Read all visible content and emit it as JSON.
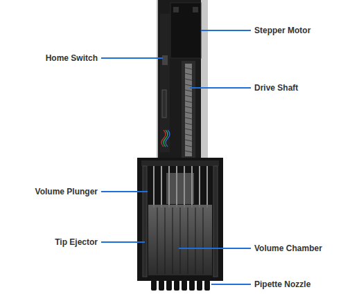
{
  "diagram": {
    "labels": [
      "Stepper Motor",
      "Home Switch",
      "Drive Shaft",
      "Volume Plunger",
      "Tip Ejector",
      "Volume Chamber",
      "Pipette Nozzle"
    ]
  }
}
